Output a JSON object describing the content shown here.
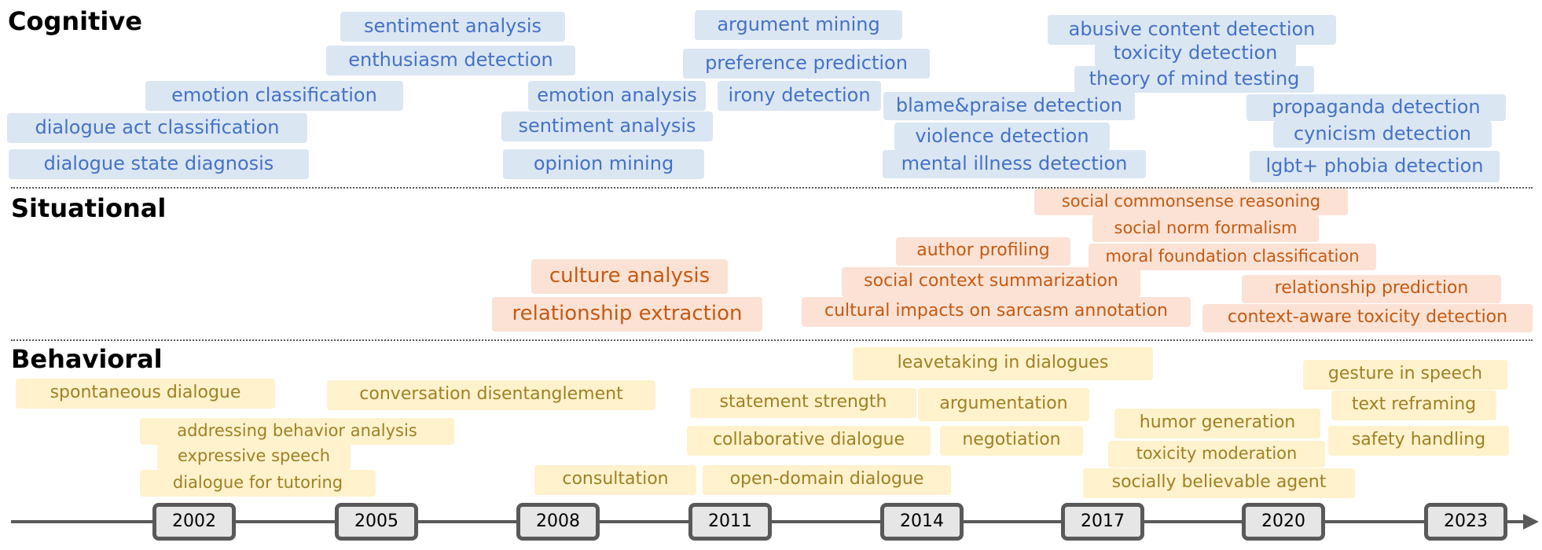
{
  "categories": {
    "cognitive": "Cognitive",
    "situational": "Situational",
    "behavioral": "Behavioral"
  },
  "timeline": {
    "years": [
      "2002",
      "2005",
      "2008",
      "2011",
      "2014",
      "2017",
      "2020",
      "2023"
    ]
  },
  "tasks": {
    "cognitive": [
      "sentiment analysis",
      "enthusiasm detection",
      "emotion classification",
      "dialogue act classification",
      "dialogue state diagnosis",
      "argument mining",
      "preference prediction",
      "emotion analysis",
      "irony detection",
      "sentiment analysis",
      "opinion mining",
      "abusive content detection",
      "toxicity detection",
      "theory of mind testing",
      "blame&praise detection",
      "propaganda detection",
      "violence detection",
      "cynicism detection",
      "mental illness detection",
      "lgbt+ phobia detection"
    ],
    "situational": [
      "social commonsense reasoning",
      "social norm formalism",
      "author profiling",
      "moral foundation classification",
      "culture analysis",
      "social context summarization",
      "relationship prediction",
      "relationship extraction",
      "cultural impacts on sarcasm annotation",
      "context-aware toxicity detection"
    ],
    "behavioral": [
      "leavetaking in dialogues",
      "spontaneous dialogue",
      "conversation disentanglement",
      "gesture in speech",
      "statement strength",
      "argumentation",
      "text reframing",
      "addressing behavior analysis",
      "humor generation",
      "collaborative dialogue",
      "negotiation",
      "safety handling",
      "expressive speech",
      "toxicity moderation",
      "dialogue for tutoring",
      "consultation",
      "open-domain dialogue",
      "socially believable agent"
    ]
  }
}
